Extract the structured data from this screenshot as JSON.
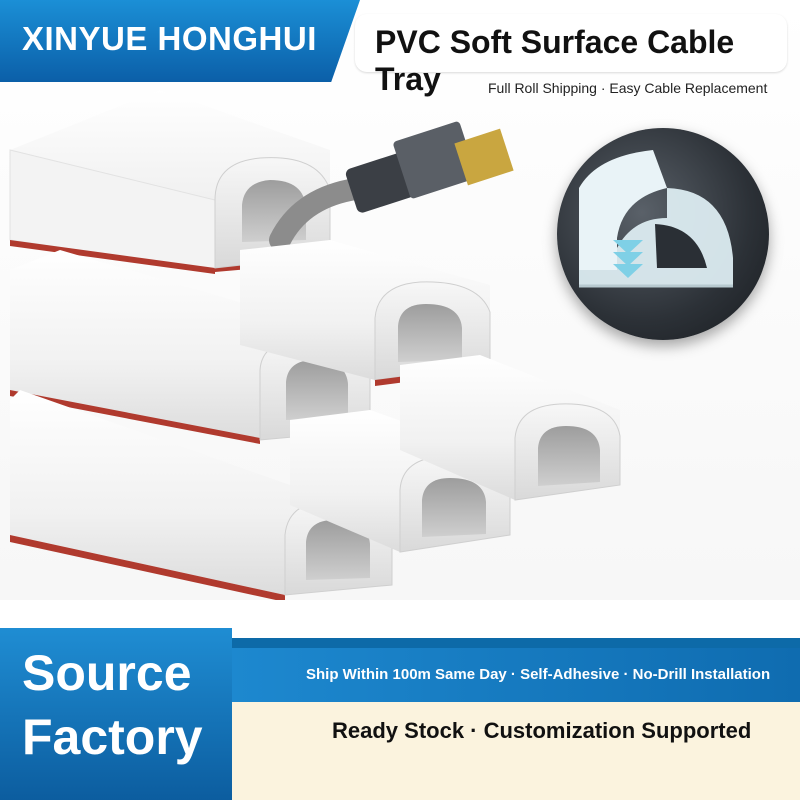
{
  "header": {
    "brand": "XINYUE HONGHUI",
    "title": "PVC Soft Surface Cable Tray",
    "subtitle": "Full Roll Shipping · Easy Cable Replacement"
  },
  "banner": {
    "source_line1": "Source",
    "source_line2": "Factory",
    "features": "Ship Within 100m Same Day · Self-Adhesive · No-Drill Installation",
    "stock": "Ready Stock · Customization Supported"
  },
  "colors": {
    "brand_blue": "#0b5fa8",
    "accent_blue": "#1b8fd6",
    "cream": "#fbf3de",
    "tray_white": "#f5f5f5",
    "adhesive_red": "#b03a2e"
  },
  "icons": [
    "ethernet-cable-icon",
    "press-down-arrow-icon"
  ]
}
